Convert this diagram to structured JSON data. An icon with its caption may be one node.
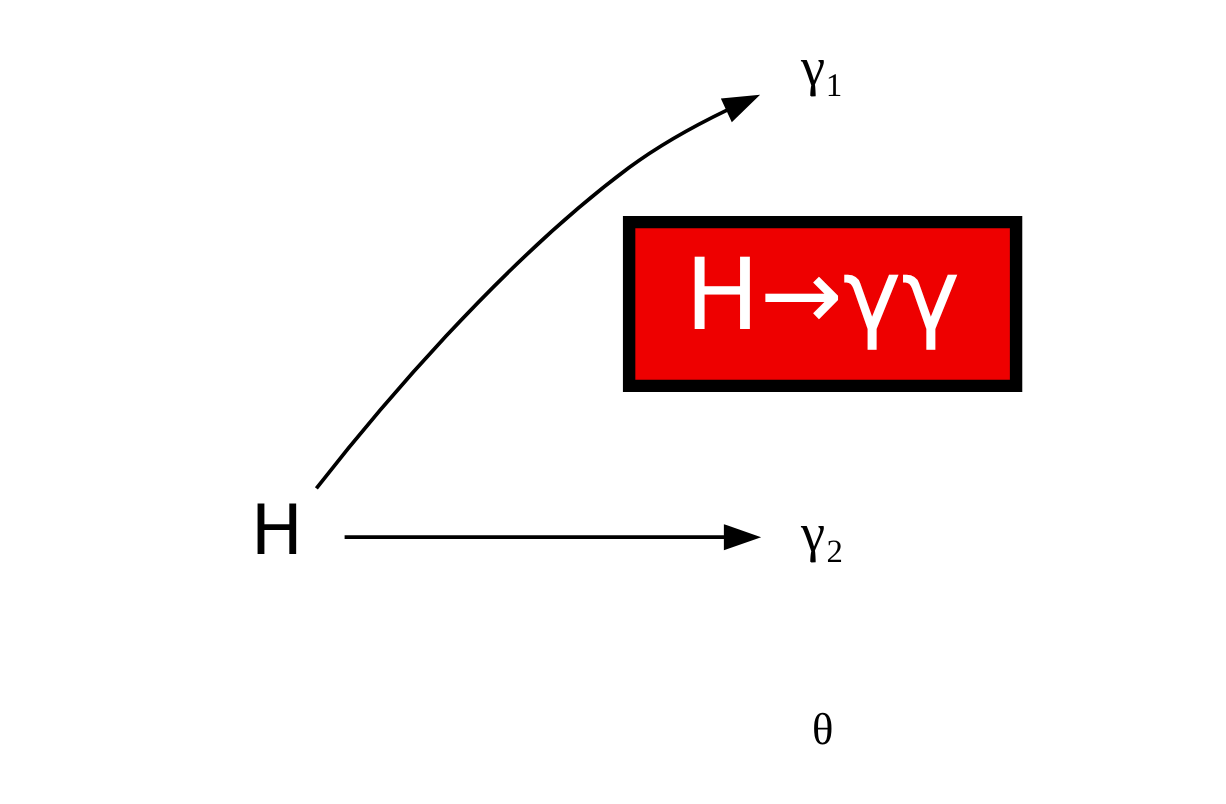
{
  "diagram": {
    "nodes": [
      {
        "text": [
          "H"
        ]
      },
      {
        "text": [
          "γ₁"
        ]
      },
      {
        "text": [
          "γ₂"
        ]
      },
      {
        "text": [
          "H→γγ"
        ]
      }
    ],
    "edges": [
      {
        "from": 0,
        "to": 1,
        "arrow": "to"
      },
      {
        "from": 0,
        "to": 2,
        "arrow": "to"
      }
    ],
    "labels": [
      "θ"
    ]
  }
}
